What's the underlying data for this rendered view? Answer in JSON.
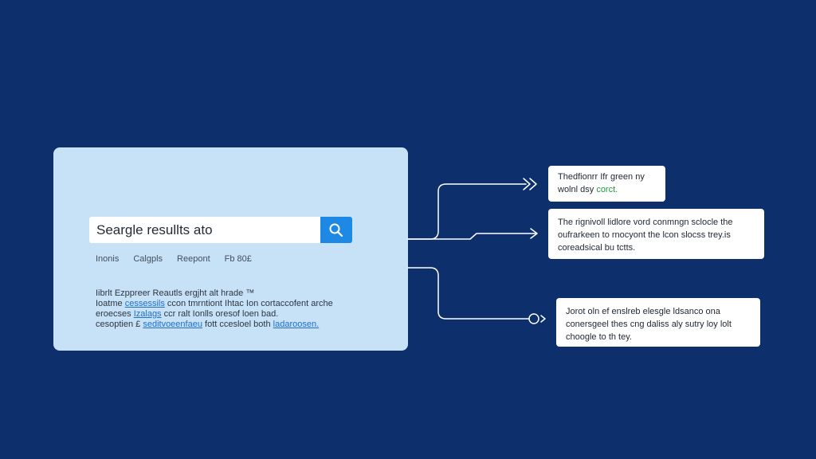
{
  "search": {
    "query": "Seargle resullts ato"
  },
  "filters": [
    "Inonis",
    "Calgpls",
    "Reepont",
    "Fb 80£"
  ],
  "snippet": {
    "line1": "Iibrlt Ezppreer Reautls ergjht alt hrade ™",
    "line2_a": "Ioatme",
    "line2_link": "cessessils",
    "line2_b": "ccon tmrntiont Ihtac Ion cortaccofent arche",
    "line3_a": "eroecses",
    "line3_link": "Izalags",
    "line3_b": "ccr ralt Ionlls oresof loen bad.",
    "line4_a": "cesoptien £",
    "line4_link1": "seditvoeenfaeu",
    "line4_b": "fott ccesloel both",
    "line4_link2": "ladaroosen."
  },
  "notes": {
    "n1_line1": "Thedfionrr Ifr green ny",
    "n1_line2_a": "wolnl dsy",
    "n1_line2_hl": "corct.",
    "n2_line1": "The rignivoll lidlore vord conmngn sclocle the",
    "n2_line2": "oufrarkeen to rnocyont the lcon slocss trey.is",
    "n2_line3": "coreadsical bu tctts.",
    "n3_line1": "Jorot oln ef enslreb elesgle ldsanco ona",
    "n3_line2": "conersgeel thes cng daliss aly sutry loy lolt",
    "n3_line3": "choogle to th tey."
  },
  "colors": {
    "background": "#0d2f6b",
    "panel": "#c7e1f6",
    "search_button": "#1e88e5",
    "link": "#1e6fd0",
    "highlight": "#1f9a3a",
    "connector": "#ffffff"
  },
  "icons": {
    "search_button": "search-icon",
    "arrow_1": "double-chevron-right-icon",
    "arrow_2": "arrow-right-icon",
    "arrow_3": "circle-endpoint-icon"
  }
}
